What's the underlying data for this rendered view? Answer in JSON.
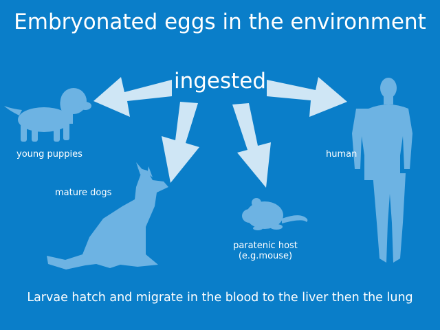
{
  "title": "Embryonated eggs in the environment",
  "center_label": "ingested",
  "hosts": {
    "young_puppies": "young puppies",
    "mature_dogs": "mature dogs",
    "paratenic_line1": "paratenic host",
    "paratenic_line2": "(e.g.mouse)",
    "human": "human"
  },
  "footer": "Larvae hatch and migrate in the blood to the liver then the lung",
  "colors": {
    "background": "#0a7ec9",
    "arrow": "#cfe6f5",
    "silhouette": "#6db3e3",
    "text": "#ffffff"
  }
}
